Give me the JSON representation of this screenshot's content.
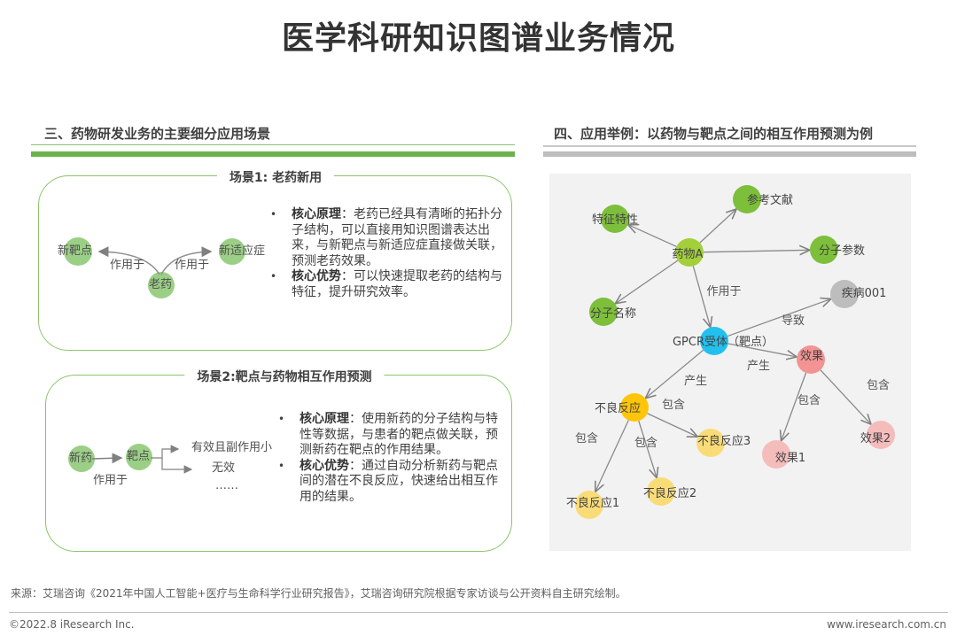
{
  "title": "医学科研知识图谱业务情况",
  "left_section": {
    "heading": "三、药物研发业务的主要细分应用场景",
    "scene1": {
      "title": "场景1: 老药新用",
      "nodes": {
        "new_target": "新靶点",
        "new_indication": "新适应症",
        "old_drug": "老药"
      },
      "edge_label_left": "作用于",
      "edge_label_right": "作用于",
      "bullets": [
        {
          "key": "核心原理",
          "text": "：老药已经具有清晰的拓扑分子结构，可以直接用知识图谱表达出来，与新靶点与新适应症直接做关联，预测老药效果。"
        },
        {
          "key": "核心优势",
          "text": "：可以快速提取老药的结构与特征，提升研究效率。"
        }
      ]
    },
    "scene2": {
      "title": "场景2:靶点与药物相互作用预测",
      "nodes": {
        "new_drug": "新药",
        "target": "靶点"
      },
      "edge_label": "作用于",
      "outcomes": [
        "有效且副作用小",
        "无效",
        "……"
      ],
      "bullets": [
        {
          "key": "核心原理",
          "text": "：使用新药的分子结构与特性等数据，与患者的靶点做关联，预测新药在靶点的作用结果。"
        },
        {
          "key": "核心优势",
          "text": "：通过自动分析新药与靶点间的潜在不良反应，快速给出相互作用的结果。"
        }
      ]
    }
  },
  "right_section": {
    "heading": "四、应用举例：以药物与靶点之间的相互作用预测为例",
    "nodes": [
      {
        "id": "feature",
        "label": "特征特性",
        "color": "#7dbf3a"
      },
      {
        "id": "ref",
        "label": "参考文献",
        "color": "#7dbf3a"
      },
      {
        "id": "drugA",
        "label": "药物A",
        "color": "#a3cf3a"
      },
      {
        "id": "molparam",
        "label": "分子参数",
        "color": "#7dbf3a"
      },
      {
        "id": "molname",
        "label": "分子名称",
        "color": "#7dbf3a"
      },
      {
        "id": "disease",
        "label": "疾病001",
        "color": "#bdbdbd"
      },
      {
        "id": "gpcr",
        "label": "GPCR受体（靶点）",
        "color": "#22c0ee"
      },
      {
        "id": "effect",
        "label": "效果",
        "color": "#f29494"
      },
      {
        "id": "adverse",
        "label": "不良反应",
        "color": "#ffc50a"
      },
      {
        "id": "adverse3",
        "label": "不良反应3",
        "color": "#f9dc78"
      },
      {
        "id": "effect1",
        "label": "效果1",
        "color": "#f5bcbc"
      },
      {
        "id": "effect2",
        "label": "效果2",
        "color": "#f5bcbc"
      },
      {
        "id": "adverse1",
        "label": "不良反应1",
        "color": "#f9dc78"
      },
      {
        "id": "adverse2",
        "label": "不良反应2",
        "color": "#f9dc78"
      }
    ],
    "edges": [
      {
        "from": "drugA",
        "to": "feature",
        "label": ""
      },
      {
        "from": "drugA",
        "to": "ref",
        "label": ""
      },
      {
        "from": "drugA",
        "to": "molparam",
        "label": ""
      },
      {
        "from": "drugA",
        "to": "molname",
        "label": ""
      },
      {
        "from": "drugA",
        "to": "gpcr",
        "label": "作用于"
      },
      {
        "from": "gpcr",
        "to": "disease",
        "label": "导致"
      },
      {
        "from": "gpcr",
        "to": "effect",
        "label": "产生"
      },
      {
        "from": "gpcr",
        "to": "adverse",
        "label": "产生"
      },
      {
        "from": "adverse",
        "to": "adverse3",
        "label": "包含"
      },
      {
        "from": "adverse",
        "to": "adverse1",
        "label": "包含"
      },
      {
        "from": "adverse",
        "to": "adverse2",
        "label": "包含"
      },
      {
        "from": "effect",
        "to": "effect1",
        "label": "包含"
      },
      {
        "from": "effect",
        "to": "effect2",
        "label": "包含"
      }
    ]
  },
  "footer": {
    "source": "来源：艾瑞咨询《2021年中国人工智能+医疗与生命科学行业研究报告》，艾瑞咨询研究院根据专家访谈与公开资料自主研究绘制。",
    "copyright": "©2022.8 iResearch Inc.",
    "website": "www.iresearch.com.cn"
  }
}
